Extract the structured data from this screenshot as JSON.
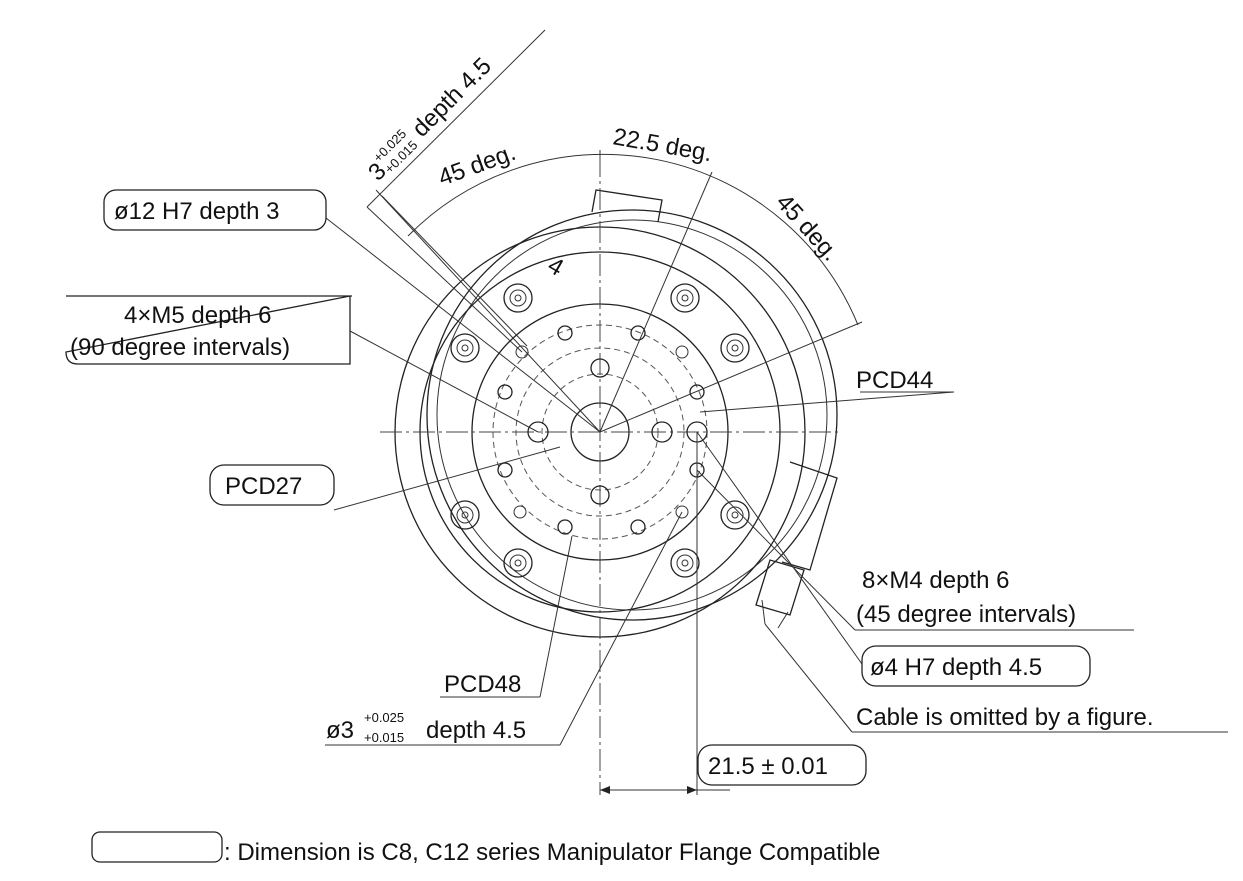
{
  "labels": {
    "phi12": "ø12 H7 depth 3",
    "m5_line1": "4×M5 depth 6",
    "m5_line2": "(90 degree intervals)",
    "pcd27": "PCD27",
    "pcd44": "PCD44",
    "pcd48": "PCD48",
    "m4_line1": "8×M4 depth 6",
    "m4_line2": "(45 degree intervals)",
    "phi4": "ø4 H7 depth 4.5",
    "cable_note": "Cable is omitted by a figure.",
    "dim_21_5": "21.5 ± 0.01",
    "phi3_main": "ø3",
    "phi3_tol_upper": "+0.025",
    "phi3_tol_lower": "+0.015",
    "phi3_depth": "depth 4.5",
    "top_3_main": "3",
    "top_3_tol_upper": "+0.025",
    "top_3_tol_lower": "+0.015",
    "top_3_depth": "depth 4.5",
    "angle_45_left": "45 deg.",
    "angle_22_5": "22.5 deg.",
    "angle_45_right": "45 deg.",
    "small_4": "4",
    "legend": ": Dimension is C8, C12 series Manipulator Flange Compatible"
  }
}
